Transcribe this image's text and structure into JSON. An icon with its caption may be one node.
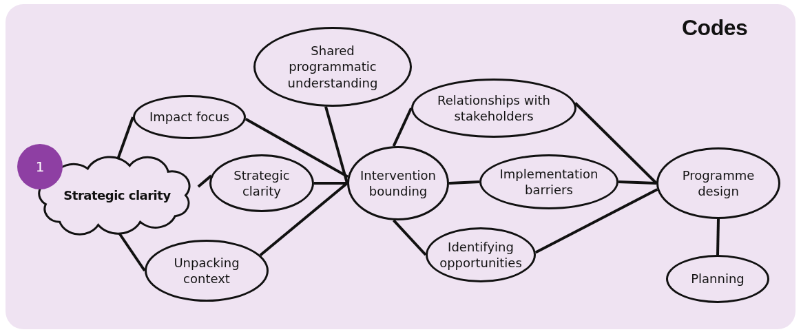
{
  "diagram": {
    "title": "Codes",
    "nodes": [
      {
        "text": [
          "1"
        ]
      },
      {
        "text": [
          "Strategic clarity"
        ]
      },
      {
        "text": [
          "Impact focus"
        ]
      },
      {
        "text": [
          "Strategic clarity"
        ]
      },
      {
        "text": [
          "Unpacking context"
        ]
      },
      {
        "text": [
          "Shared programmatic understanding"
        ]
      },
      {
        "text": [
          "Intervention bounding"
        ]
      },
      {
        "text": [
          "Relationships with stakeholders"
        ]
      },
      {
        "text": [
          "Implementation barriers"
        ]
      },
      {
        "text": [
          "Identifying opportunities"
        ]
      },
      {
        "text": [
          "Programme design"
        ]
      },
      {
        "text": [
          "Planning"
        ]
      }
    ],
    "edges": [
      {
        "from": 1,
        "to": 2,
        "arrow": "none"
      },
      {
        "from": 1,
        "to": 3,
        "arrow": "none"
      },
      {
        "from": 1,
        "to": 4,
        "arrow": "none"
      },
      {
        "from": 2,
        "to": 6,
        "arrow": "none"
      },
      {
        "from": 3,
        "to": 6,
        "arrow": "none"
      },
      {
        "from": 4,
        "to": 6,
        "arrow": "none"
      },
      {
        "from": 5,
        "to": 6,
        "arrow": "none"
      },
      {
        "from": 6,
        "to": 7,
        "arrow": "none"
      },
      {
        "from": 6,
        "to": 8,
        "arrow": "none"
      },
      {
        "from": 6,
        "to": 9,
        "arrow": "none"
      },
      {
        "from": 7,
        "to": 10,
        "arrow": "none"
      },
      {
        "from": 8,
        "to": 10,
        "arrow": "none"
      },
      {
        "from": 9,
        "to": 10,
        "arrow": "none"
      },
      {
        "from": 10,
        "to": 11,
        "arrow": "none"
      }
    ]
  }
}
